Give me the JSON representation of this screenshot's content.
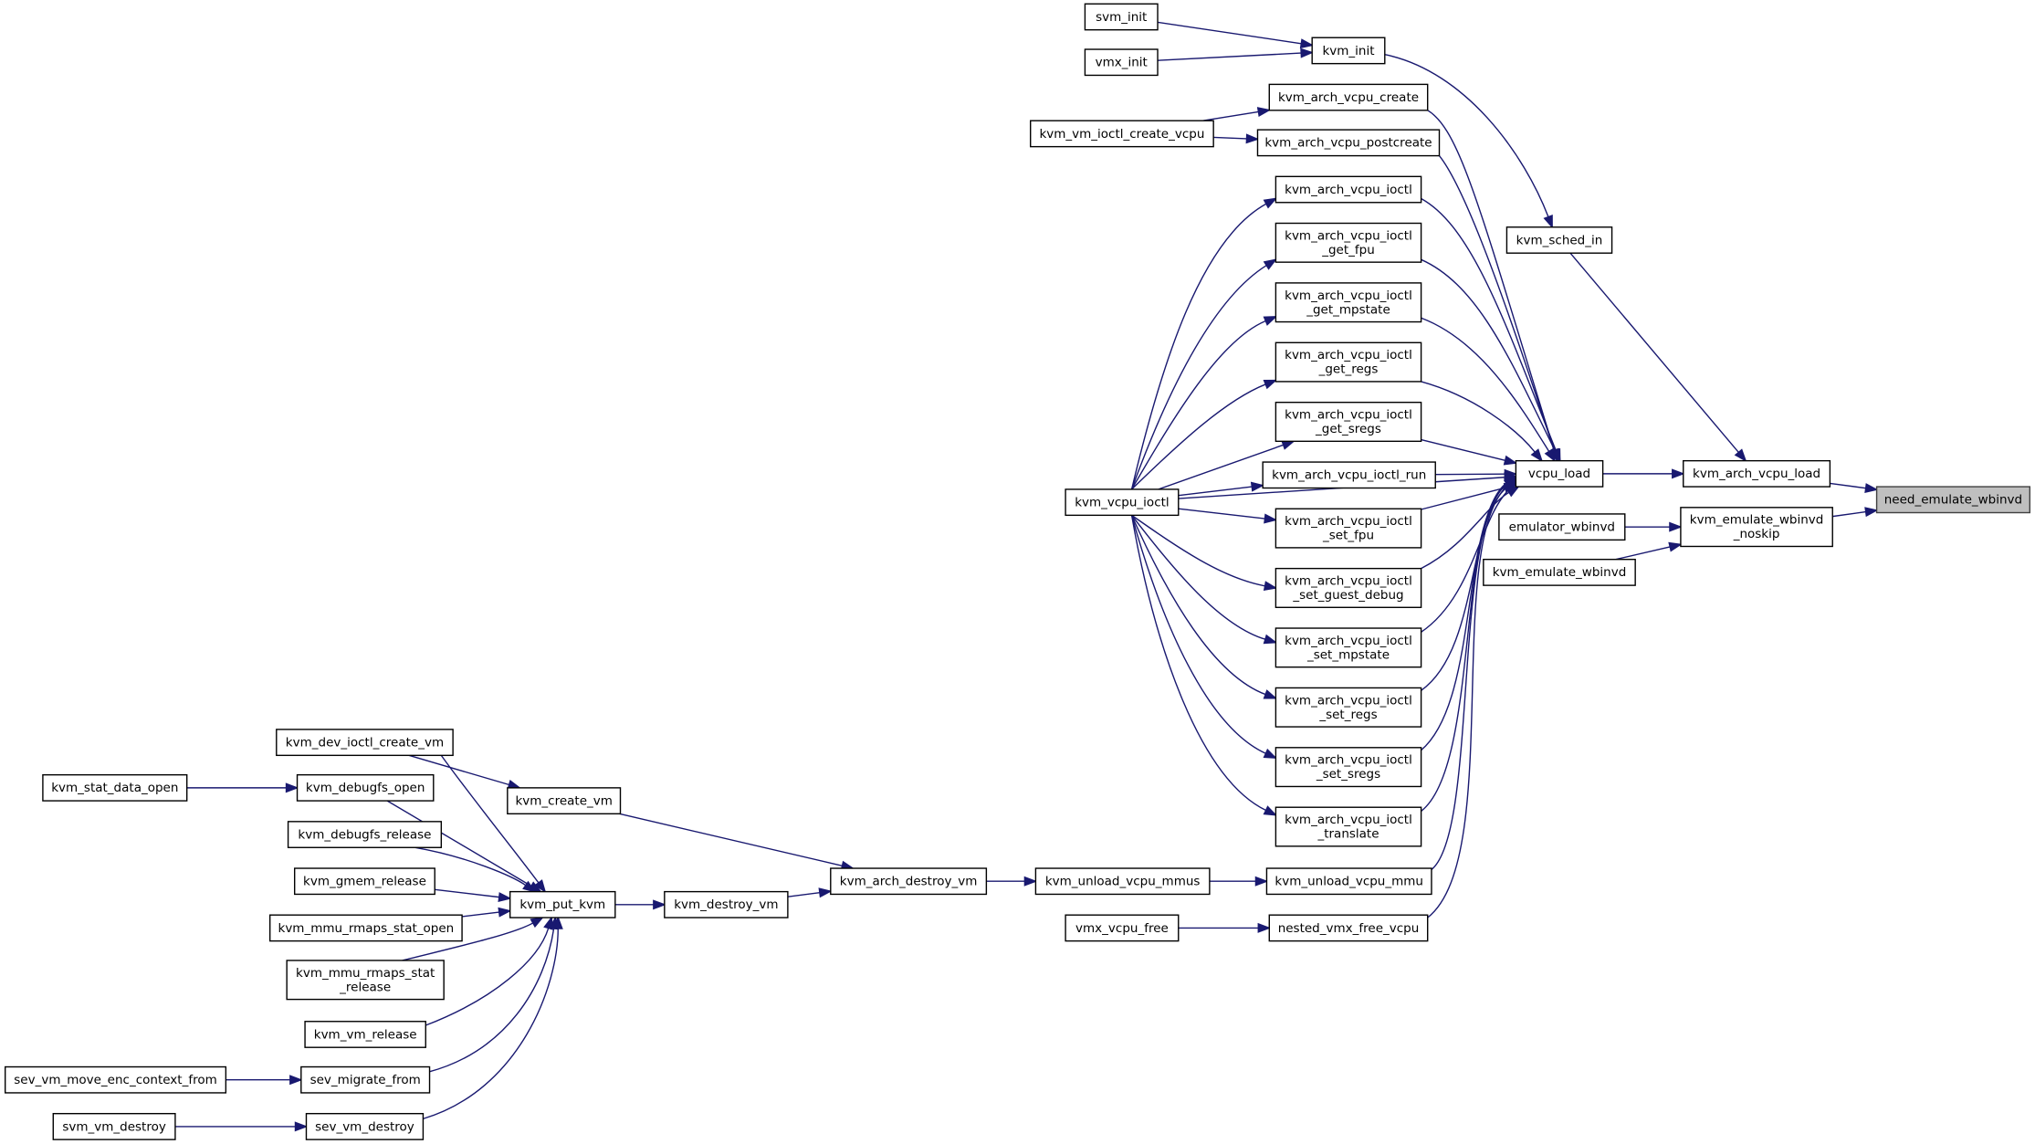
{
  "nodes": [
    {
      "id": "need_emulate_wbinvd",
      "lines": [
        "need_emulate_wbinvd"
      ]
    },
    {
      "id": "kvm_arch_vcpu_load",
      "lines": [
        "kvm_arch_vcpu_load"
      ]
    },
    {
      "id": "kvm_emulate_wbinvd_noskip",
      "lines": [
        "kvm_emulate_wbinvd",
        "_noskip"
      ]
    },
    {
      "id": "vcpu_load",
      "lines": [
        "vcpu_load"
      ]
    },
    {
      "id": "kvm_sched_in",
      "lines": [
        "kvm_sched_in"
      ]
    },
    {
      "id": "emulator_wbinvd",
      "lines": [
        "emulator_wbinvd"
      ]
    },
    {
      "id": "kvm_emulate_wbinvd",
      "lines": [
        "kvm_emulate_wbinvd"
      ]
    },
    {
      "id": "kvm_init",
      "lines": [
        "kvm_init"
      ]
    },
    {
      "id": "svm_init",
      "lines": [
        "svm_init"
      ]
    },
    {
      "id": "vmx_init",
      "lines": [
        "vmx_init"
      ]
    },
    {
      "id": "kvm_arch_vcpu_create",
      "lines": [
        "kvm_arch_vcpu_create"
      ]
    },
    {
      "id": "kvm_arch_vcpu_postcreate",
      "lines": [
        "kvm_arch_vcpu_postcreate"
      ]
    },
    {
      "id": "kvm_vm_ioctl_create_vcpu",
      "lines": [
        "kvm_vm_ioctl_create_vcpu"
      ]
    },
    {
      "id": "kvm_arch_vcpu_ioctl",
      "lines": [
        "kvm_arch_vcpu_ioctl"
      ]
    },
    {
      "id": "kvm_arch_vcpu_ioctl_get_fpu",
      "lines": [
        "kvm_arch_vcpu_ioctl",
        "_get_fpu"
      ]
    },
    {
      "id": "kvm_arch_vcpu_ioctl_get_mpstate",
      "lines": [
        "kvm_arch_vcpu_ioctl",
        "_get_mpstate"
      ]
    },
    {
      "id": "kvm_arch_vcpu_ioctl_get_regs",
      "lines": [
        "kvm_arch_vcpu_ioctl",
        "_get_regs"
      ]
    },
    {
      "id": "kvm_arch_vcpu_ioctl_get_sregs",
      "lines": [
        "kvm_arch_vcpu_ioctl",
        "_get_sregs"
      ]
    },
    {
      "id": "kvm_arch_vcpu_ioctl_run",
      "lines": [
        "kvm_arch_vcpu_ioctl_run"
      ]
    },
    {
      "id": "kvm_arch_vcpu_ioctl_set_fpu",
      "lines": [
        "kvm_arch_vcpu_ioctl",
        "_set_fpu"
      ]
    },
    {
      "id": "kvm_arch_vcpu_ioctl_set_guest_debug",
      "lines": [
        "kvm_arch_vcpu_ioctl",
        "_set_guest_debug"
      ]
    },
    {
      "id": "kvm_arch_vcpu_ioctl_set_mpstate",
      "lines": [
        "kvm_arch_vcpu_ioctl",
        "_set_mpstate"
      ]
    },
    {
      "id": "kvm_arch_vcpu_ioctl_set_regs",
      "lines": [
        "kvm_arch_vcpu_ioctl",
        "_set_regs"
      ]
    },
    {
      "id": "kvm_arch_vcpu_ioctl_set_sregs",
      "lines": [
        "kvm_arch_vcpu_ioctl",
        "_set_sregs"
      ]
    },
    {
      "id": "kvm_arch_vcpu_ioctl_translate",
      "lines": [
        "kvm_arch_vcpu_ioctl",
        "_translate"
      ]
    },
    {
      "id": "kvm_vcpu_ioctl",
      "lines": [
        "kvm_vcpu_ioctl"
      ]
    },
    {
      "id": "kvm_unload_vcpu_mmu",
      "lines": [
        "kvm_unload_vcpu_mmu"
      ]
    },
    {
      "id": "kvm_unload_vcpu_mmus",
      "lines": [
        "kvm_unload_vcpu_mmus"
      ]
    },
    {
      "id": "nested_vmx_free_vcpu",
      "lines": [
        "nested_vmx_free_vcpu"
      ]
    },
    {
      "id": "vmx_vcpu_free",
      "lines": [
        "vmx_vcpu_free"
      ]
    },
    {
      "id": "kvm_arch_destroy_vm",
      "lines": [
        "kvm_arch_destroy_vm"
      ]
    },
    {
      "id": "kvm_create_vm",
      "lines": [
        "kvm_create_vm"
      ]
    },
    {
      "id": "kvm_destroy_vm",
      "lines": [
        "kvm_destroy_vm"
      ]
    },
    {
      "id": "kvm_put_kvm",
      "lines": [
        "kvm_put_kvm"
      ]
    },
    {
      "id": "kvm_dev_ioctl_create_vm",
      "lines": [
        "kvm_dev_ioctl_create_vm"
      ]
    },
    {
      "id": "kvm_debugfs_open",
      "lines": [
        "kvm_debugfs_open"
      ]
    },
    {
      "id": "kvm_stat_data_open",
      "lines": [
        "kvm_stat_data_open"
      ]
    },
    {
      "id": "kvm_debugfs_release",
      "lines": [
        "kvm_debugfs_release"
      ]
    },
    {
      "id": "kvm_gmem_release",
      "lines": [
        "kvm_gmem_release"
      ]
    },
    {
      "id": "kvm_mmu_rmaps_stat_open",
      "lines": [
        "kvm_mmu_rmaps_stat_open"
      ]
    },
    {
      "id": "kvm_mmu_rmaps_stat_release",
      "lines": [
        "kvm_mmu_rmaps_stat",
        "_release"
      ]
    },
    {
      "id": "kvm_vm_release",
      "lines": [
        "kvm_vm_release"
      ]
    },
    {
      "id": "sev_migrate_from",
      "lines": [
        "sev_migrate_from"
      ]
    },
    {
      "id": "sev_vm_move_enc_context_from",
      "lines": [
        "sev_vm_move_enc_context_from"
      ]
    },
    {
      "id": "sev_vm_destroy",
      "lines": [
        "sev_vm_destroy"
      ]
    },
    {
      "id": "svm_vm_destroy",
      "lines": [
        "svm_vm_destroy"
      ]
    }
  ],
  "edges": [
    {
      "from": "kvm_arch_vcpu_load",
      "to": "need_emulate_wbinvd"
    },
    {
      "from": "kvm_emulate_wbinvd_noskip",
      "to": "need_emulate_wbinvd"
    },
    {
      "from": "vcpu_load",
      "to": "kvm_arch_vcpu_load"
    },
    {
      "from": "kvm_sched_in",
      "to": "kvm_arch_vcpu_load"
    },
    {
      "from": "emulator_wbinvd",
      "to": "kvm_emulate_wbinvd_noskip"
    },
    {
      "from": "kvm_emulate_wbinvd",
      "to": "kvm_emulate_wbinvd_noskip"
    },
    {
      "from": "kvm_init",
      "to": "kvm_sched_in"
    },
    {
      "from": "svm_init",
      "to": "kvm_init"
    },
    {
      "from": "vmx_init",
      "to": "kvm_init"
    },
    {
      "from": "kvm_arch_vcpu_create",
      "to": "vcpu_load"
    },
    {
      "from": "kvm_arch_vcpu_postcreate",
      "to": "vcpu_load"
    },
    {
      "from": "kvm_arch_vcpu_ioctl",
      "to": "vcpu_load"
    },
    {
      "from": "kvm_arch_vcpu_ioctl_get_fpu",
      "to": "vcpu_load"
    },
    {
      "from": "kvm_arch_vcpu_ioctl_get_mpstate",
      "to": "vcpu_load"
    },
    {
      "from": "kvm_arch_vcpu_ioctl_get_regs",
      "to": "vcpu_load"
    },
    {
      "from": "kvm_arch_vcpu_ioctl_get_sregs",
      "to": "vcpu_load"
    },
    {
      "from": "kvm_arch_vcpu_ioctl_run",
      "to": "vcpu_load"
    },
    {
      "from": "kvm_arch_vcpu_ioctl_set_fpu",
      "to": "vcpu_load"
    },
    {
      "from": "kvm_arch_vcpu_ioctl_set_guest_debug",
      "to": "vcpu_load"
    },
    {
      "from": "kvm_arch_vcpu_ioctl_set_mpstate",
      "to": "vcpu_load"
    },
    {
      "from": "kvm_arch_vcpu_ioctl_set_regs",
      "to": "vcpu_load"
    },
    {
      "from": "kvm_arch_vcpu_ioctl_set_sregs",
      "to": "vcpu_load"
    },
    {
      "from": "kvm_arch_vcpu_ioctl_translate",
      "to": "vcpu_load"
    },
    {
      "from": "kvm_vcpu_ioctl",
      "to": "vcpu_load"
    },
    {
      "from": "kvm_unload_vcpu_mmu",
      "to": "vcpu_load"
    },
    {
      "from": "nested_vmx_free_vcpu",
      "to": "vcpu_load"
    },
    {
      "from": "kvm_vm_ioctl_create_vcpu",
      "to": "kvm_arch_vcpu_create"
    },
    {
      "from": "kvm_vm_ioctl_create_vcpu",
      "to": "kvm_arch_vcpu_postcreate"
    },
    {
      "from": "kvm_vcpu_ioctl",
      "to": "kvm_arch_vcpu_ioctl"
    },
    {
      "from": "kvm_vcpu_ioctl",
      "to": "kvm_arch_vcpu_ioctl_get_fpu"
    },
    {
      "from": "kvm_vcpu_ioctl",
      "to": "kvm_arch_vcpu_ioctl_get_mpstate"
    },
    {
      "from": "kvm_vcpu_ioctl",
      "to": "kvm_arch_vcpu_ioctl_get_regs"
    },
    {
      "from": "kvm_vcpu_ioctl",
      "to": "kvm_arch_vcpu_ioctl_get_sregs"
    },
    {
      "from": "kvm_vcpu_ioctl",
      "to": "kvm_arch_vcpu_ioctl_run"
    },
    {
      "from": "kvm_vcpu_ioctl",
      "to": "kvm_arch_vcpu_ioctl_set_fpu"
    },
    {
      "from": "kvm_vcpu_ioctl",
      "to": "kvm_arch_vcpu_ioctl_set_guest_debug"
    },
    {
      "from": "kvm_vcpu_ioctl",
      "to": "kvm_arch_vcpu_ioctl_set_mpstate"
    },
    {
      "from": "kvm_vcpu_ioctl",
      "to": "kvm_arch_vcpu_ioctl_set_regs"
    },
    {
      "from": "kvm_vcpu_ioctl",
      "to": "kvm_arch_vcpu_ioctl_set_sregs"
    },
    {
      "from": "kvm_vcpu_ioctl",
      "to": "kvm_arch_vcpu_ioctl_translate"
    },
    {
      "from": "kvm_unload_vcpu_mmus",
      "to": "kvm_unload_vcpu_mmu"
    },
    {
      "from": "vmx_vcpu_free",
      "to": "nested_vmx_free_vcpu"
    },
    {
      "from": "kvm_arch_destroy_vm",
      "to": "kvm_unload_vcpu_mmus"
    },
    {
      "from": "kvm_create_vm",
      "to": "kvm_arch_destroy_vm"
    },
    {
      "from": "kvm_destroy_vm",
      "to": "kvm_arch_destroy_vm"
    },
    {
      "from": "kvm_dev_ioctl_create_vm",
      "to": "kvm_create_vm"
    },
    {
      "from": "kvm_put_kvm",
      "to": "kvm_destroy_vm"
    },
    {
      "from": "kvm_dev_ioctl_create_vm",
      "to": "kvm_put_kvm"
    },
    {
      "from": "kvm_debugfs_open",
      "to": "kvm_put_kvm"
    },
    {
      "from": "kvm_debugfs_release",
      "to": "kvm_put_kvm"
    },
    {
      "from": "kvm_gmem_release",
      "to": "kvm_put_kvm"
    },
    {
      "from": "kvm_mmu_rmaps_stat_open",
      "to": "kvm_put_kvm"
    },
    {
      "from": "kvm_mmu_rmaps_stat_release",
      "to": "kvm_put_kvm"
    },
    {
      "from": "kvm_vm_release",
      "to": "kvm_put_kvm"
    },
    {
      "from": "sev_migrate_from",
      "to": "kvm_put_kvm"
    },
    {
      "from": "sev_vm_destroy",
      "to": "kvm_put_kvm"
    },
    {
      "from": "kvm_stat_data_open",
      "to": "kvm_debugfs_open"
    },
    {
      "from": "sev_vm_move_enc_context_from",
      "to": "sev_migrate_from"
    },
    {
      "from": "svm_vm_destroy",
      "to": "sev_vm_destroy"
    }
  ],
  "colors": {
    "edge": "#191970",
    "node_border": "#000000",
    "root_fill": "#bfbfbf",
    "background": "#ffffff"
  }
}
